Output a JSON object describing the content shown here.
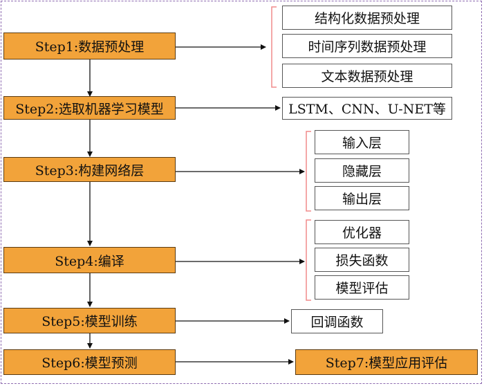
{
  "steps": [
    {
      "label": "Step1:数据预处理"
    },
    {
      "label": "Step2:选取机器学习模型"
    },
    {
      "label": "Step3:构建网络层"
    },
    {
      "label": "Step4:编译"
    },
    {
      "label": "Step5:模型训练"
    },
    {
      "label": "Step6:模型预测"
    }
  ],
  "step7": {
    "label": "Step7:模型应用评估"
  },
  "preprocessing_items": [
    "结构化数据预处理",
    "时间序列数据预处理",
    "文本数据预处理"
  ],
  "model_types": "LSTM、CNN、U-NET等",
  "layer_items": [
    "输入层",
    "隐藏层",
    "输出层"
  ],
  "compile_items": [
    "优化器",
    "损失函数",
    "模型评估"
  ],
  "callback": "回调函数",
  "colors": {
    "step_fill": "#f2a33a",
    "bracket": "#f08a8a",
    "frame": "#8d6ab0"
  }
}
